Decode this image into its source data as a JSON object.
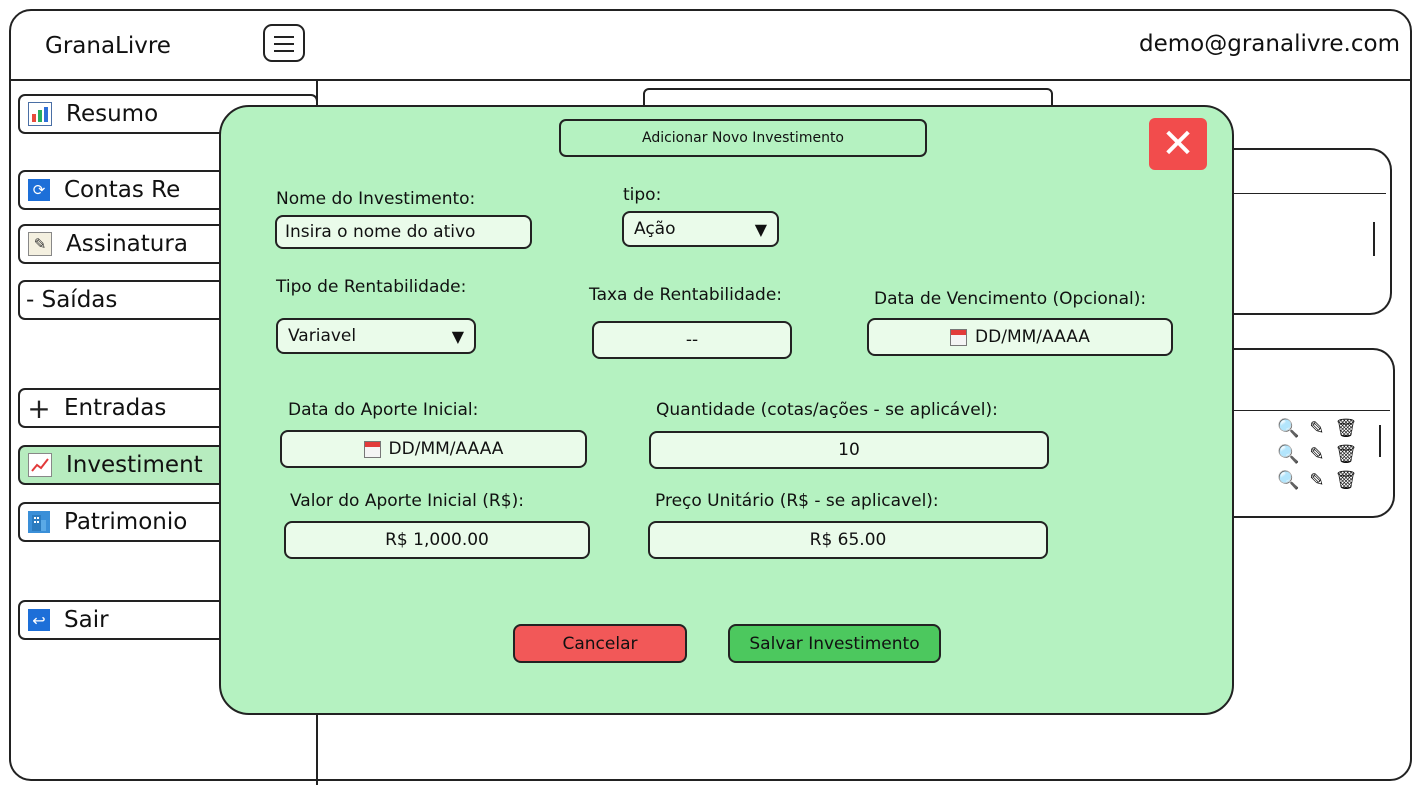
{
  "header": {
    "app_title": "GranaLivre",
    "user_email": "demo@granalivre.com"
  },
  "sidebar": {
    "items": [
      {
        "label": "Resumo",
        "icon": "bar-chart-icon"
      },
      {
        "label": "Contas Re",
        "icon": "refresh-icon"
      },
      {
        "label": "Assinatura",
        "icon": "memo-icon"
      },
      {
        "label": "- Saídas",
        "icon": ""
      },
      {
        "label": "Entradas",
        "icon": "plus-icon"
      },
      {
        "label": "Investiment",
        "icon": "trend-chart-icon",
        "active": true
      },
      {
        "label": "Patrimonio",
        "icon": "building-icon"
      },
      {
        "label": "Sair",
        "icon": "return-icon"
      }
    ]
  },
  "background": {
    "section_title": "Investiment"
  },
  "modal": {
    "title": "Adicionar Novo Investimento",
    "fields": {
      "name_label": "Nome do Investimento:",
      "name_placeholder": "Insira o nome do ativo",
      "type_label": "tipo:",
      "type_value": "Ação",
      "yield_type_label": "Tipo de Rentabilidade:",
      "yield_type_value": "Variavel",
      "yield_rate_label": "Taxa de Rentabilidade:",
      "yield_rate_value": "--",
      "maturity_label": "Data de Vencimento (Opcional):",
      "maturity_value": "DD/MM/AAAA",
      "initial_date_label": "Data do Aporte Inicial:",
      "initial_date_value": "DD/MM/AAAA",
      "quantity_label": "Quantidade (cotas/ações - se aplicável):",
      "quantity_value": "10",
      "initial_value_label": "Valor do Aporte Inicial (R$):",
      "initial_value_value": "R$ 1,000.00",
      "unit_price_label": "Preço Unitário (R$ - se aplicavel):",
      "unit_price_value": "R$ 65.00"
    },
    "buttons": {
      "cancel": "Cancelar",
      "save": "Salvar Investimento"
    }
  },
  "colors": {
    "modal_bg": "#b5f2c1",
    "cancel": "#f25858",
    "save": "#4cc85e",
    "close": "#f24c4c"
  }
}
